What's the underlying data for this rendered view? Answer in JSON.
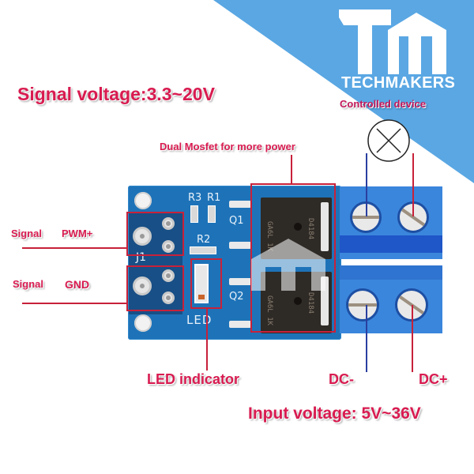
{
  "brand": {
    "name": "TECHMAKERS",
    "logo_letters": "TM",
    "banner_color": "#5aa7e3"
  },
  "annotations": {
    "signal_voltage": "Signal voltage:3.3~20V",
    "controlled_device": "Controlled device",
    "dual_mosfet": "Dual Mosfet for more power",
    "signal_pwm_label": "Signal",
    "signal_pwm_pin": "PWM+",
    "signal_gnd_label": "Signal",
    "signal_gnd_pin": "GND",
    "led_indicator": "LED indicator",
    "dc_minus": "DC-",
    "dc_plus": "DC+",
    "input_voltage": "Input voltage: 5V~36V"
  },
  "board": {
    "silkscreen": {
      "r3": "R3",
      "r1": "R1",
      "r2": "R2",
      "q1": "Q1",
      "q2": "Q2",
      "j1": "J1",
      "led": "LED"
    },
    "mosfet_marking_top": "GA6L 1K",
    "mosfet_marking_part": "D4184",
    "mosfet_marking_bottom": "GA6L 1K"
  },
  "colors": {
    "label_red": "#d81b50",
    "line_red": "#c8213a",
    "line_blue": "#2a3fa0",
    "pcb_blue": "#1e73b8",
    "terminal_blue": "#2f7fd6"
  }
}
